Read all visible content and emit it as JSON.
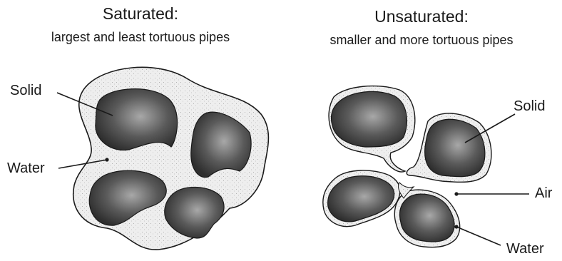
{
  "saturated": {
    "title": "Saturated:",
    "subtitle": "largest and least tortuous pipes",
    "labels": {
      "solid": "Solid",
      "water": "Water"
    }
  },
  "unsaturated": {
    "title": "Unsaturated:",
    "subtitle": "smaller and more tortuous pipes",
    "labels": {
      "solid": "Solid",
      "air": "Air",
      "water": "Water"
    }
  },
  "colors": {
    "water_fill": "#eeeeee",
    "grain_fill_center": "#a8a8a8",
    "grain_fill_edge": "#2e2e2e",
    "outline": "#1a1a1a"
  }
}
